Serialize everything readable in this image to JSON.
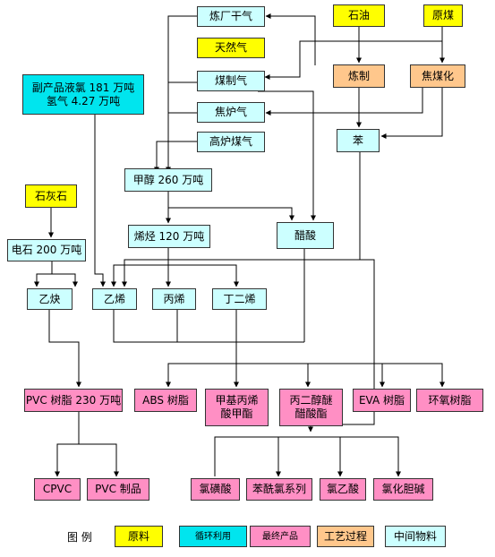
{
  "colors": {
    "raw_material": "#ffff00",
    "recycled": "#00e5ee",
    "final_product": "#ff8fc4",
    "process": "#ffc78c",
    "intermediate": "#ccffff",
    "line": "#000000"
  },
  "nodes": {
    "refinery_gas": "炼厂干气",
    "natural_gas": "天然气",
    "coal_gas": "煤制气",
    "coke_oven_gas": "焦炉气",
    "blast_furnace_gas": "高炉煤气",
    "petroleum": "石油",
    "raw_coal": "原煤",
    "refining": "炼制",
    "coking": "焦煤化",
    "benzene": "苯",
    "byproduct_line1": "副产品液氯 181 万吨",
    "byproduct_line2": "氢气 4.27 万吨",
    "limestone": "石灰石",
    "calcium_carbide": "电石 200 万吨",
    "methanol": "甲醇 260 万吨",
    "olefins": "烯烃 120 万吨",
    "acetic_acid": "醋酸",
    "acetylene": "乙炔",
    "ethylene": "乙烯",
    "propylene": "丙烯",
    "butadiene": "丁二烯",
    "pvc_resin": "PVC 树脂 230 万吨",
    "abs_resin": "ABS 树脂",
    "pmma_line1": "甲基丙烯",
    "pmma_line2": "酸甲酯",
    "pdap_line1": "丙二醇醚",
    "pdap_line2": "醋酸酯",
    "eva_resin": "EVA 树脂",
    "epoxy_resin": "环氧树脂",
    "cpvc": "CPVC",
    "pvc_products": "PVC 制品",
    "chlorosulfonic_acid": "氯磺酸",
    "benzoyl_chloride": "苯酰氯系列",
    "chloroacetic_acid": "氯乙酸",
    "choline_chloride": "氯化胆碱"
  },
  "legend": {
    "title": "图 例",
    "raw_material": "原料",
    "recycled": "循环利用",
    "final_product": "最终产品",
    "process": "工艺过程",
    "intermediate": "中间物料"
  }
}
